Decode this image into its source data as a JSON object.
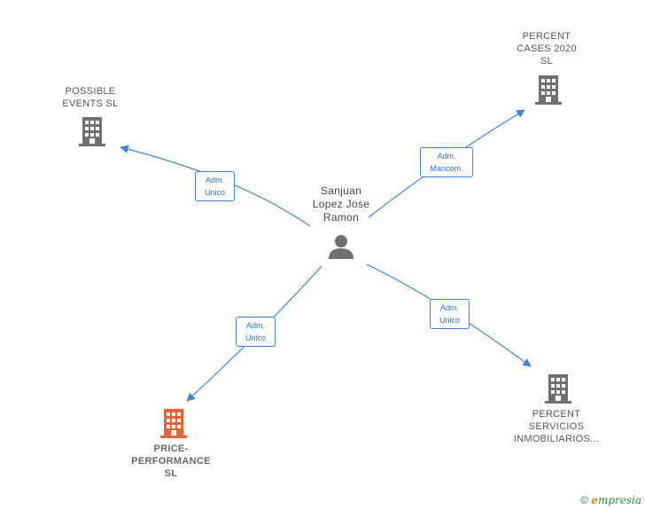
{
  "nodes": {
    "center": {
      "lines": [
        "Sanjuan",
        "Lopez Jose",
        "Ramon"
      ],
      "icon": "person-icon"
    },
    "possible": {
      "lines": [
        "POSSIBLE",
        "EVENTS  SL"
      ],
      "icon": "building-icon"
    },
    "percent_cases": {
      "lines": [
        "PERCENT",
        "CASES 2020",
        "SL"
      ],
      "icon": "building-icon"
    },
    "price": {
      "lines": [
        "PRICE-",
        "PERFORMANCE",
        "SL"
      ],
      "icon": "building-icon",
      "color": "#f26132"
    },
    "percent_serv": {
      "lines": [
        "PERCENT",
        "SERVICIOS",
        "INMOBILIARIOS..."
      ],
      "icon": "building-icon"
    }
  },
  "edges": {
    "possible": {
      "lines": [
        "Adm.",
        "Unico"
      ]
    },
    "percent_cases": {
      "lines": [
        "Adm.",
        "Mancom."
      ]
    },
    "price": {
      "lines": [
        "Adm.",
        "Unico"
      ]
    },
    "percent_serv": {
      "lines": [
        "Adm.",
        "Unico"
      ]
    }
  },
  "colors": {
    "edge": "#3d86d8",
    "icon": "#707070",
    "highlight": "#f26132"
  },
  "footer": {
    "copyright": "©",
    "brand_first": "e",
    "brand_rest": "mpresia"
  }
}
